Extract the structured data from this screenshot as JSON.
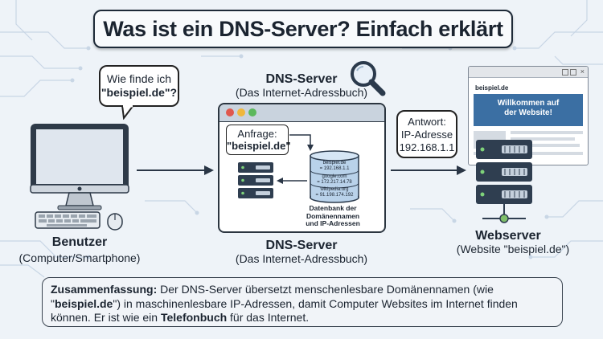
{
  "title": "Was ist ein DNS-Server? Einfach erklärt",
  "user": {
    "question_line1": "Wie finde ich",
    "question_line2": "\"beispiel.de\"?",
    "label": "Benutzer",
    "sublabel": "(Computer/Smartphone)"
  },
  "dns": {
    "top_label": "DNS-Server",
    "top_sublabel": "(Das Internet-Adressbuch)",
    "request_line1": "Anfrage:",
    "request_line2": "\"beispiel.de\"",
    "db_entries": [
      {
        "name": "beispiel.de",
        "ip": "= 192.168.1.1"
      },
      {
        "name": "google.com",
        "ip": "= 172.217.14.78"
      },
      {
        "name": "wikipedia.org",
        "ip": "= 91.198.174.192"
      }
    ],
    "db_caption_line1": "Datenbank der",
    "db_caption_line2": "Domänennamen",
    "db_caption_line3": "und IP-Adressen",
    "bottom_label": "DNS-Server",
    "bottom_sublabel": "(Das Internet-Adressbuch)"
  },
  "answer": {
    "line1": "Antwort:",
    "line2": "IP-Adresse",
    "line3": "192.168.1.1"
  },
  "webserver": {
    "browser_url": "beispiel.de",
    "welcome_line1": "Willkommen auf",
    "welcome_line2": "der Website!",
    "label": "Webserver",
    "sublabel": "(Website \"beispiel.de\")"
  },
  "summary": {
    "label": "Zusammenfassung:",
    "text1": " Der DNS-Server übersetzt menschenlesbare Domänennamen (wie \"",
    "domain": "beispiel.de",
    "text2": "\") in maschinenlesbare IP-Adressen, damit Computer Websites im Internet finden können. Er ist wie ein ",
    "phonebook": "Telefonbuch",
    "text3": " für das Internet."
  },
  "colors": {
    "background": "#eef3f8",
    "window_bar": "#c9d3de",
    "server_dark": "#2f3e50",
    "db_blue": "#b9d2ea",
    "hero_blue": "#3b6fa3",
    "dot_red": "#e0584d",
    "dot_yellow": "#f0b73b",
    "dot_green": "#5cb85c"
  }
}
